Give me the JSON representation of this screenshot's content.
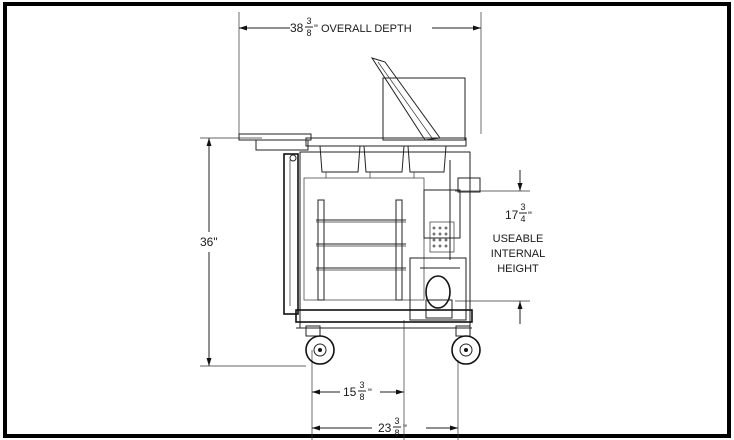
{
  "dimensions": {
    "overall_depth": {
      "whole": "38",
      "num": "3",
      "den": "8",
      "suffix": "\" OVERALL DEPTH"
    },
    "height": {
      "text": "36\""
    },
    "internal_height": {
      "whole": "17",
      "num": "3",
      "den": "4",
      "suffix": "\""
    },
    "internal_label": [
      "USEABLE",
      "INTERNAL",
      "HEIGHT"
    ],
    "depth_15": {
      "whole": "15",
      "num": "3",
      "den": "8",
      "suffix": "\""
    },
    "depth_23": {
      "whole": "23",
      "num": "3",
      "den": "8",
      "suffix": "\""
    }
  },
  "colors": {
    "line": "#222222",
    "frame": "#000000",
    "background": "#ffffff"
  }
}
